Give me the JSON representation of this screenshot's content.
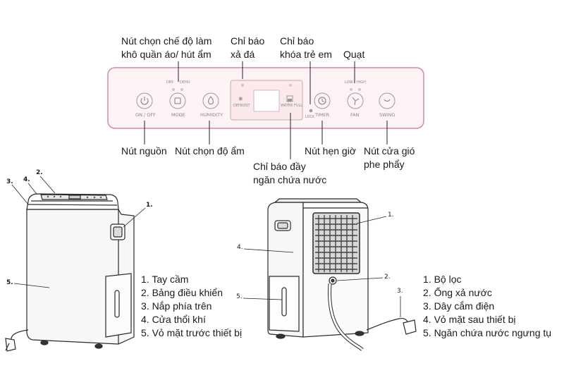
{
  "panel": {
    "callouts": {
      "mode_top": [
        "Nút chọn chế độ làm",
        "khô quần áo/ hút ẩm"
      ],
      "defrost_top": [
        "Chỉ báo",
        "xả đá"
      ],
      "childlock_top": [
        "Chỉ báo",
        "khóa trẻ em"
      ],
      "fan_top": "Quạt",
      "power_bottom": "Nút nguồn",
      "humidity_bottom": "Nút chọn độ ẩm",
      "waterfull_bottom": [
        "Chỉ báo đầy",
        "ngăn chứa nước"
      ],
      "timer_bottom": "Nút hẹn giờ",
      "swing_bottom": [
        "Nút cửa gió",
        "phe phẩy"
      ]
    },
    "buttons": {
      "power": "ON / OFF",
      "mode": "MODE",
      "humidity": "HUMIDITY",
      "timer": "TIMER",
      "fan": "FAN",
      "swing": "SWING"
    },
    "mini": {
      "dry": "DRY",
      "dehu": "DEHU",
      "low": "LOW",
      "high": "HIGH",
      "defrost": "DEFROST",
      "waterfull": "WATER FULL",
      "lock": "LOCK"
    }
  },
  "front_view": {
    "numbers": [
      "1.",
      "2.",
      "3.",
      "4.",
      "5."
    ],
    "legend": [
      "1. Tay cầm",
      "2. Bảng điều khiển",
      "3. Nắp phía trên",
      "4. Cửa thổi khí",
      "5. Vỏ mặt trước thiết bị"
    ]
  },
  "back_view": {
    "numbers": [
      "1.",
      "2.",
      "3.",
      "4.",
      "5."
    ],
    "legend": [
      "1. Bộ lọc",
      "2. Ống xả nước",
      "3. Dây cắm điện",
      "4. Vỏ mặt sau thiết bị",
      "5. Ngăn chứa nước ngưng tụ"
    ]
  }
}
